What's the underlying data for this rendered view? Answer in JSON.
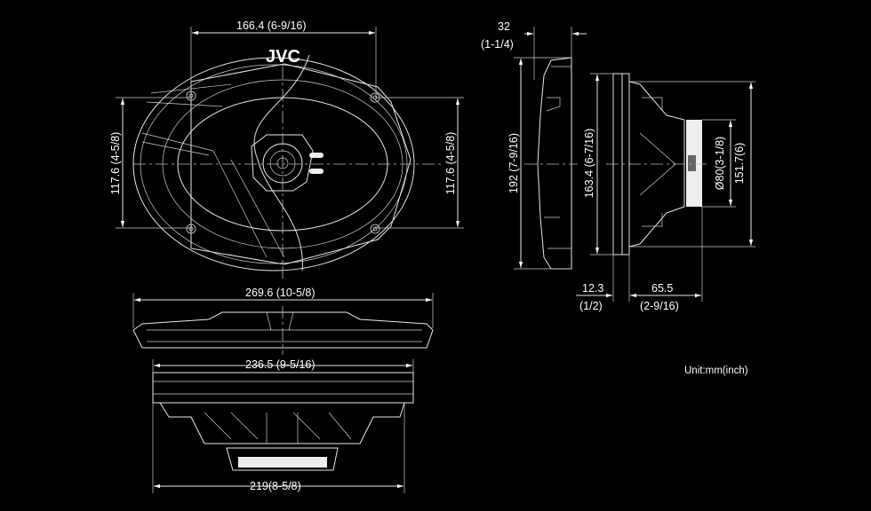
{
  "dimensions": {
    "top_width": "166.4 (6-9/16)",
    "top_height_left": "117.6 (4-5/8)",
    "top_height_right": "117.6 (4-5/8)",
    "overall_width": "269.6 (10-5/8)",
    "mount_width": "236.5 (9-5/16)",
    "magnet_width": "219(8-5/8)",
    "flange_depth": "32",
    "flange_depth_inch": "(1-1/4)",
    "side_height": "192 (7-9/16)",
    "basket_height": "163.4 (6-7/16)",
    "overall_depth_height": "151.7(6)",
    "magnet_diameter": "Ø80(3-1/8)",
    "front_offset": "12.3",
    "front_offset_inch": "(1/2)",
    "mount_depth": "65.5",
    "mount_depth_inch": "(2-9/16)"
  },
  "logo_text": "JVC",
  "unit_label": "Unit:mm(inch)"
}
